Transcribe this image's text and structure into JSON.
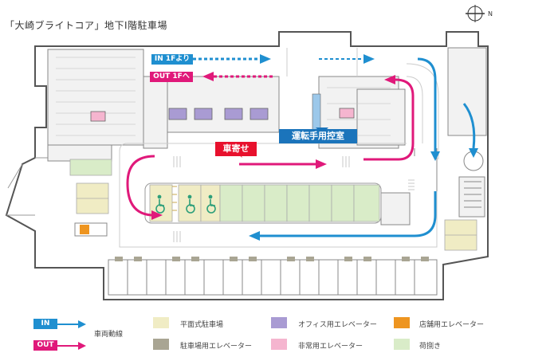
{
  "title": "「大崎ブライトコア」地下Ⅰ階駐車場",
  "compass": {
    "north_label": "N",
    "symbol": "compass-icon"
  },
  "route_tags": {
    "in": "IN 1Fより",
    "out": "OUT 1Fへ"
  },
  "callouts": {
    "drop_off": "車寄せ",
    "control_room": "運転手用控室"
  },
  "legend": {
    "in_label": "IN",
    "out_label": "OUT",
    "flow_label": "車両動線",
    "flat_parking": "平面式駐車場",
    "parking_elevator": "駐車場用エレベーター",
    "office_elevator": "オフィス用エレベーター",
    "emergency_elevator": "非常用エレベーター",
    "shop_elevator": "店舗用エレベーター",
    "loading": "荷捌き"
  },
  "colors": {
    "in": "#1f8fd0",
    "out": "#e0197a",
    "drop_off_bg": "#e8112d",
    "control_room_bg": "#1b74bb",
    "flat_parking": "#f0ecc4",
    "parking_elevator": "#a9a593",
    "office_elevator": "#a99bd3",
    "emergency_elevator": "#f5b5cf",
    "shop_elevator": "#ee9520",
    "loading": "#d9ecc8",
    "wheelchair": "#2e9f7a"
  }
}
